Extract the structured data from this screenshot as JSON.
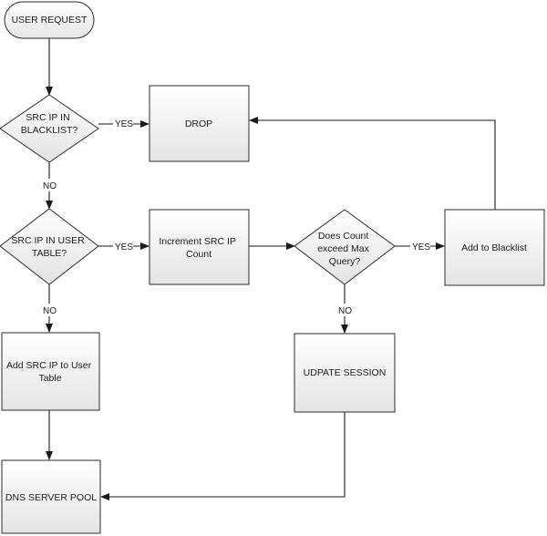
{
  "nodes": {
    "user_request": "USER REQUEST",
    "blacklist_check": [
      "SRC IP IN",
      "BLACKLIST?"
    ],
    "drop": "DROP",
    "user_table_check": [
      "SRC IP IN USER",
      "TABLE?"
    ],
    "increment": [
      "Increment SRC IP",
      "Count"
    ],
    "count_check": [
      "Does Count",
      "exceed Max",
      "Query?"
    ],
    "add_blacklist": "Add to Blacklist",
    "add_user_table": [
      "Add SRC IP to User",
      "Table"
    ],
    "update_session": "UDPATE SESSION",
    "dns_pool": "DNS SERVER POOL"
  },
  "edges": {
    "blacklist_yes": "YES",
    "blacklist_no": "NO",
    "user_table_yes": "YES",
    "user_table_no": "NO",
    "count_yes": "YES",
    "count_no": "NO"
  }
}
